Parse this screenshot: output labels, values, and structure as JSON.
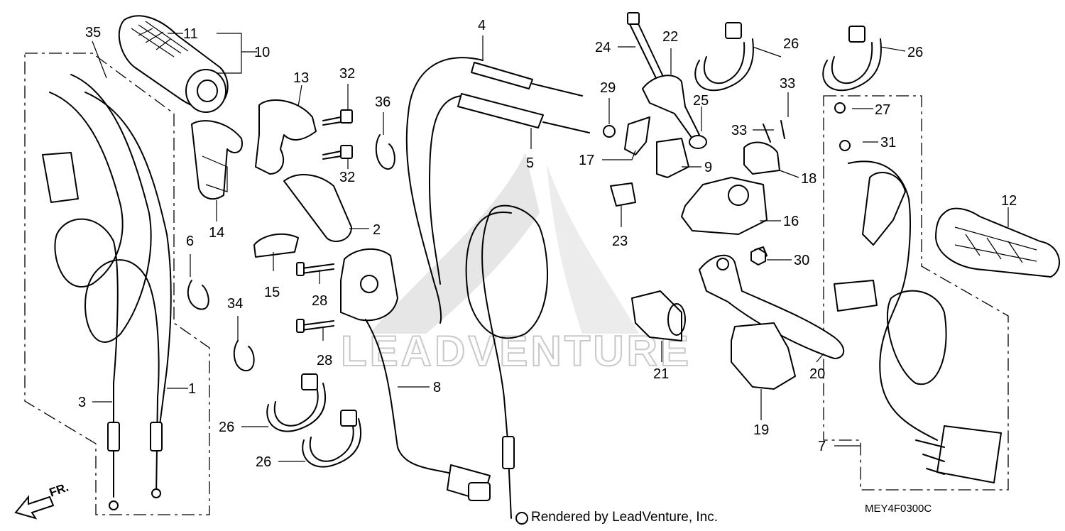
{
  "diagram": {
    "code": "MEY4F0300C",
    "credit": "Rendered by LeadVenture, Inc.",
    "watermark": "LEADVENTURE",
    "front_marker": "FR."
  },
  "callouts": {
    "c1": "1",
    "c2": "2",
    "c3": "3",
    "c4": "4",
    "c5": "5",
    "c6": "6",
    "c7": "7",
    "c8": "8",
    "c9": "9",
    "c10": "10",
    "c11": "11",
    "c12": "12",
    "c13": "13",
    "c14": "14",
    "c15": "15",
    "c16": "16",
    "c17": "17",
    "c18": "18",
    "c19": "19",
    "c20": "20",
    "c21": "21",
    "c22": "22",
    "c23": "23",
    "c24": "24",
    "c25": "25",
    "c26a": "26",
    "c26b": "26",
    "c26c": "26",
    "c26d": "26",
    "c27": "27",
    "c28a": "28",
    "c28b": "28",
    "c29": "29",
    "c30": "30",
    "c31": "31",
    "c32a": "32",
    "c32b": "32",
    "c33a": "33",
    "c33b": "33",
    "c34": "34",
    "c35": "35",
    "c36": "36"
  }
}
